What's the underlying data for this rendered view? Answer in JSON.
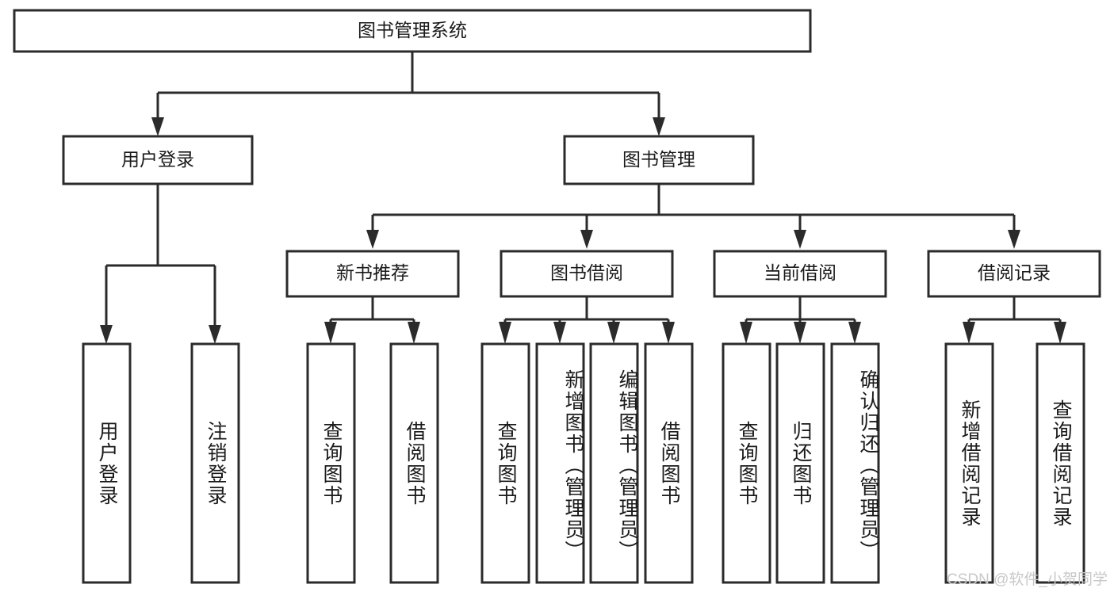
{
  "diagram": {
    "title": "图书管理系统",
    "type": "hierarchy-tree",
    "root": {
      "label": "图书管理系统"
    },
    "level2": [
      {
        "label": "用户登录"
      },
      {
        "label": "图书管理"
      }
    ],
    "level3": [
      {
        "label": "新书推荐"
      },
      {
        "label": "图书借阅"
      },
      {
        "label": "当前借阅"
      },
      {
        "label": "借阅记录"
      }
    ],
    "leaves": {
      "user_login": [
        {
          "label": "用户登录"
        },
        {
          "label": "注销登录"
        }
      ],
      "new_book_recommend": [
        {
          "label": "查询图书"
        },
        {
          "label": "借阅图书"
        }
      ],
      "book_borrow": [
        {
          "label": "查询图书"
        },
        {
          "label": "新增图书（管理员）"
        },
        {
          "label": "编辑图书（管理员）"
        },
        {
          "label": "借阅图书"
        }
      ],
      "current_borrow": [
        {
          "label": "查询图书"
        },
        {
          "label": "归还图书"
        },
        {
          "label": "确认归还（管理员）"
        }
      ],
      "borrow_record": [
        {
          "label": "新增借阅记录"
        },
        {
          "label": "查询借阅记录"
        }
      ]
    }
  },
  "watermark": {
    "text": "CSDN @软件_小贺同学"
  },
  "colors": {
    "stroke": "#2b2b2b",
    "fill": "#ffffff",
    "text": "#1a1a1a",
    "watermark": "#c8c8c8"
  }
}
